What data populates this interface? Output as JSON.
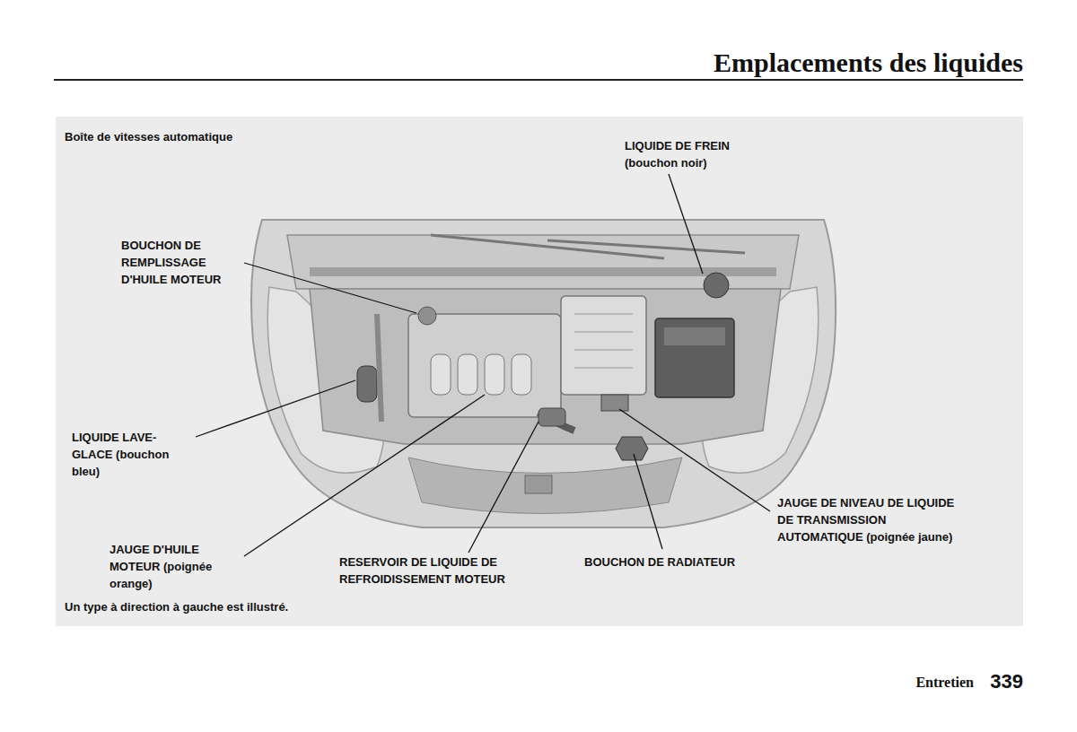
{
  "diagram": {
    "title": "Emplacements des liquides",
    "labels": [
      "Boîte de vitesses automatique",
      "LIQUIDE DE FREIN (bouchon noir)",
      "BOUCHON DE REMPLISSAGE D'HUILE MOTEUR",
      "LIQUIDE LAVE-GLACE (bouchon bleu)",
      "JAUGE D'HUILE MOTEUR (poignée orange)",
      "RESERVOIR DE LIQUIDE DE REFROIDISSEMENT MOTEUR",
      "BOUCHON DE RADIATEUR",
      "JAUGE DE NIVEAU DE LIQUIDE DE TRANSMISSION AUTOMATIQUE (poignée jaune)",
      "Un type à direction à gauche est illustré.",
      "Entretien",
      "339"
    ]
  }
}
